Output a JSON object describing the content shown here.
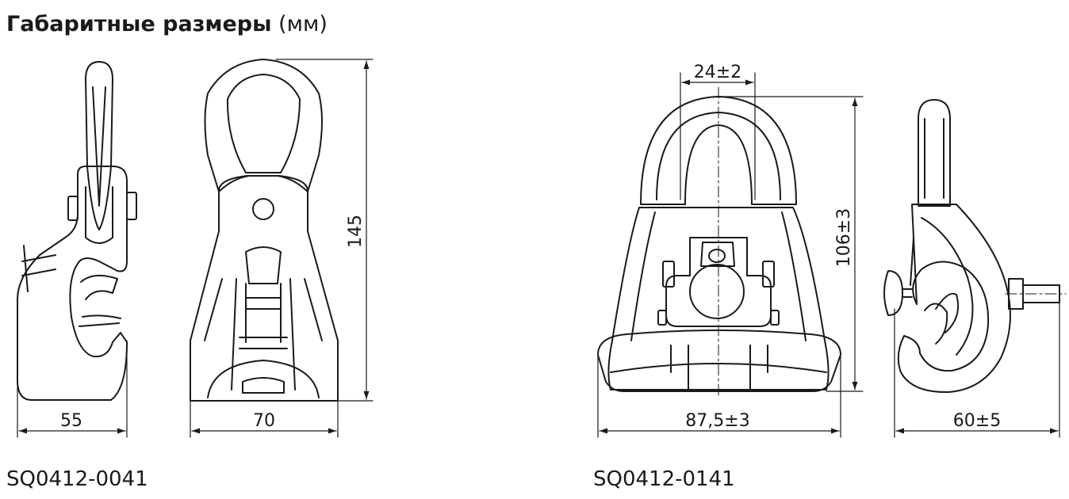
{
  "title": {
    "main": "Габаритные размеры",
    "unit": "(мм)"
  },
  "products": [
    {
      "code": "SQ0412-0041",
      "dims": {
        "side_width": "55",
        "front_width": "70",
        "height": "145"
      }
    },
    {
      "code": "SQ0412-0141",
      "dims": {
        "top_width": "24±2",
        "height": "106±3",
        "front_width": "87,5±3",
        "side_width": "60±5"
      }
    }
  ]
}
